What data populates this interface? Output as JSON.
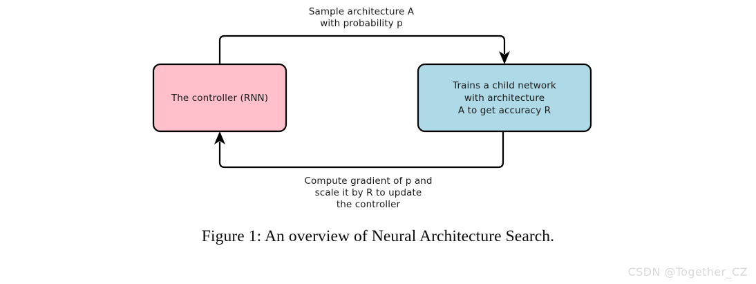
{
  "figure": {
    "caption": "Figure 1: An overview of Neural Architecture Search.",
    "watermark": "CSDN @Together_CZ"
  },
  "diagram": {
    "type": "flowchart",
    "nodes": [
      {
        "id": "controller",
        "label": "The controller (RNN)",
        "fill": "#FFC0CB",
        "stroke": "#000000"
      },
      {
        "id": "child-network",
        "label": "Trains a child network\nwith architecture\nA to get accuracy R",
        "fill": "#AED9E6",
        "stroke": "#000000"
      }
    ],
    "edges": [
      {
        "id": "controller-to-child",
        "from": "controller",
        "to": "child-network",
        "label": "Sample architecture A\nwith probability p"
      },
      {
        "id": "child-to-controller",
        "from": "child-network",
        "to": "controller",
        "label": "Compute gradient of p and\nscale it by R to update\nthe controller"
      }
    ]
  }
}
